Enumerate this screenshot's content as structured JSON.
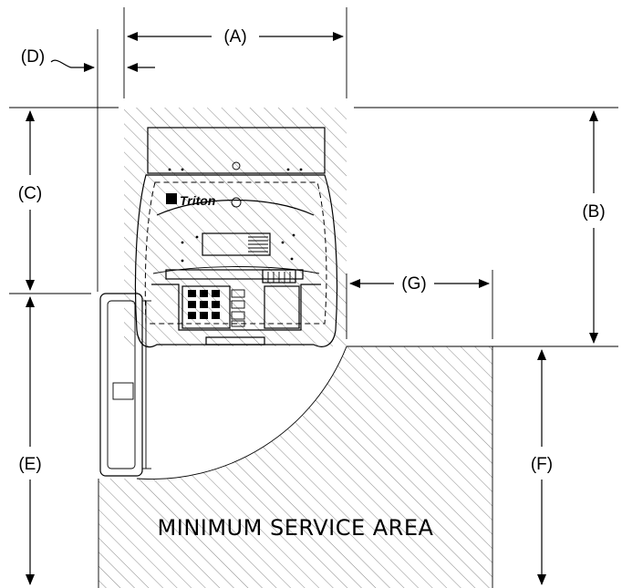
{
  "labels": {
    "a": "(A)",
    "b": "(B)",
    "c": "(C)",
    "d": "(D)",
    "e": "(E)",
    "f": "(F)",
    "g": "(G)"
  },
  "area_label": "MINIMUM SERVICE AREA",
  "brand_logo_text": "Triton",
  "colors": {
    "line": "#000000",
    "background": "#ffffff",
    "hatch": "#8a8a8a"
  }
}
